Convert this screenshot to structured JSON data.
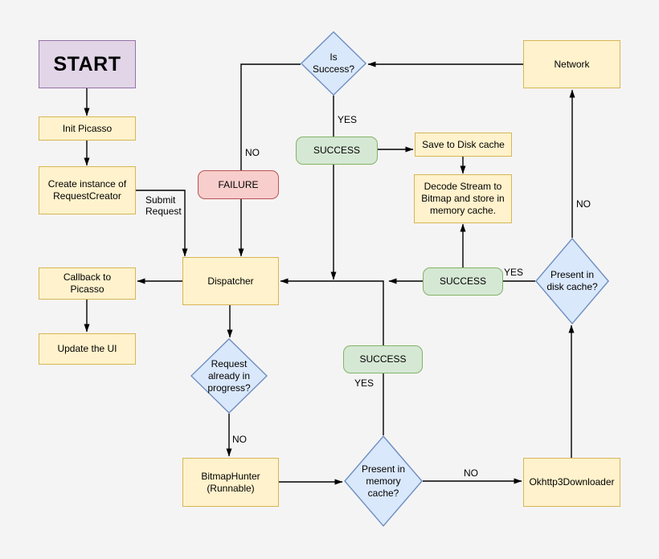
{
  "diagram": {
    "background_color": "#f5f4f5",
    "nodes": {
      "start": {
        "label": "START"
      },
      "init_picasso": {
        "label": "Init Picasso"
      },
      "create_request_creator": {
        "label": "Create instance of RequestCreator"
      },
      "failure": {
        "label": "FAILURE"
      },
      "is_success": {
        "label": "Is Success?"
      },
      "success_top": {
        "label": "SUCCESS"
      },
      "save_disk_cache": {
        "label": "Save to Disk cache"
      },
      "decode_stream": {
        "label": "Decode Stream to Bitmap and store in memory cache."
      },
      "network": {
        "label": "Network"
      },
      "callback_picasso": {
        "label": "Callback to Picasso"
      },
      "update_ui": {
        "label": "Update the UI"
      },
      "dispatcher": {
        "label": "Dispatcher"
      },
      "request_in_progress": {
        "label": "Request already in progress?"
      },
      "bitmap_hunter": {
        "label": "BitmapHunter (Runnable)"
      },
      "success_memory": {
        "label": "SUCCESS"
      },
      "present_memory": {
        "label": "Present in memory cache?"
      },
      "success_disk": {
        "label": "SUCCESS"
      },
      "present_disk": {
        "label": "Present in disk cache?"
      },
      "okhttp_downloader": {
        "label": "Okhttp3Downloader"
      }
    },
    "edge_labels": {
      "submit_request": "Submit Request",
      "no_is_success": "NO",
      "yes_is_success": "YES",
      "yes_disk": "YES",
      "no_disk": "NO",
      "no_request_in_progress": "NO",
      "yes_memory": "YES",
      "no_memory": "NO"
    },
    "colors": {
      "yellow_fill": "#fff2cc",
      "yellow_stroke": "#d6b656",
      "blue_fill": "#dae8fc",
      "blue_stroke": "#6c8ebf",
      "green_fill": "#d5e8d4",
      "green_stroke": "#82b366",
      "red_fill": "#f8cecc",
      "red_stroke": "#b85450",
      "purple_fill": "#e1d5e7",
      "purple_stroke": "#9673a6",
      "edge_color": "#000000"
    }
  }
}
